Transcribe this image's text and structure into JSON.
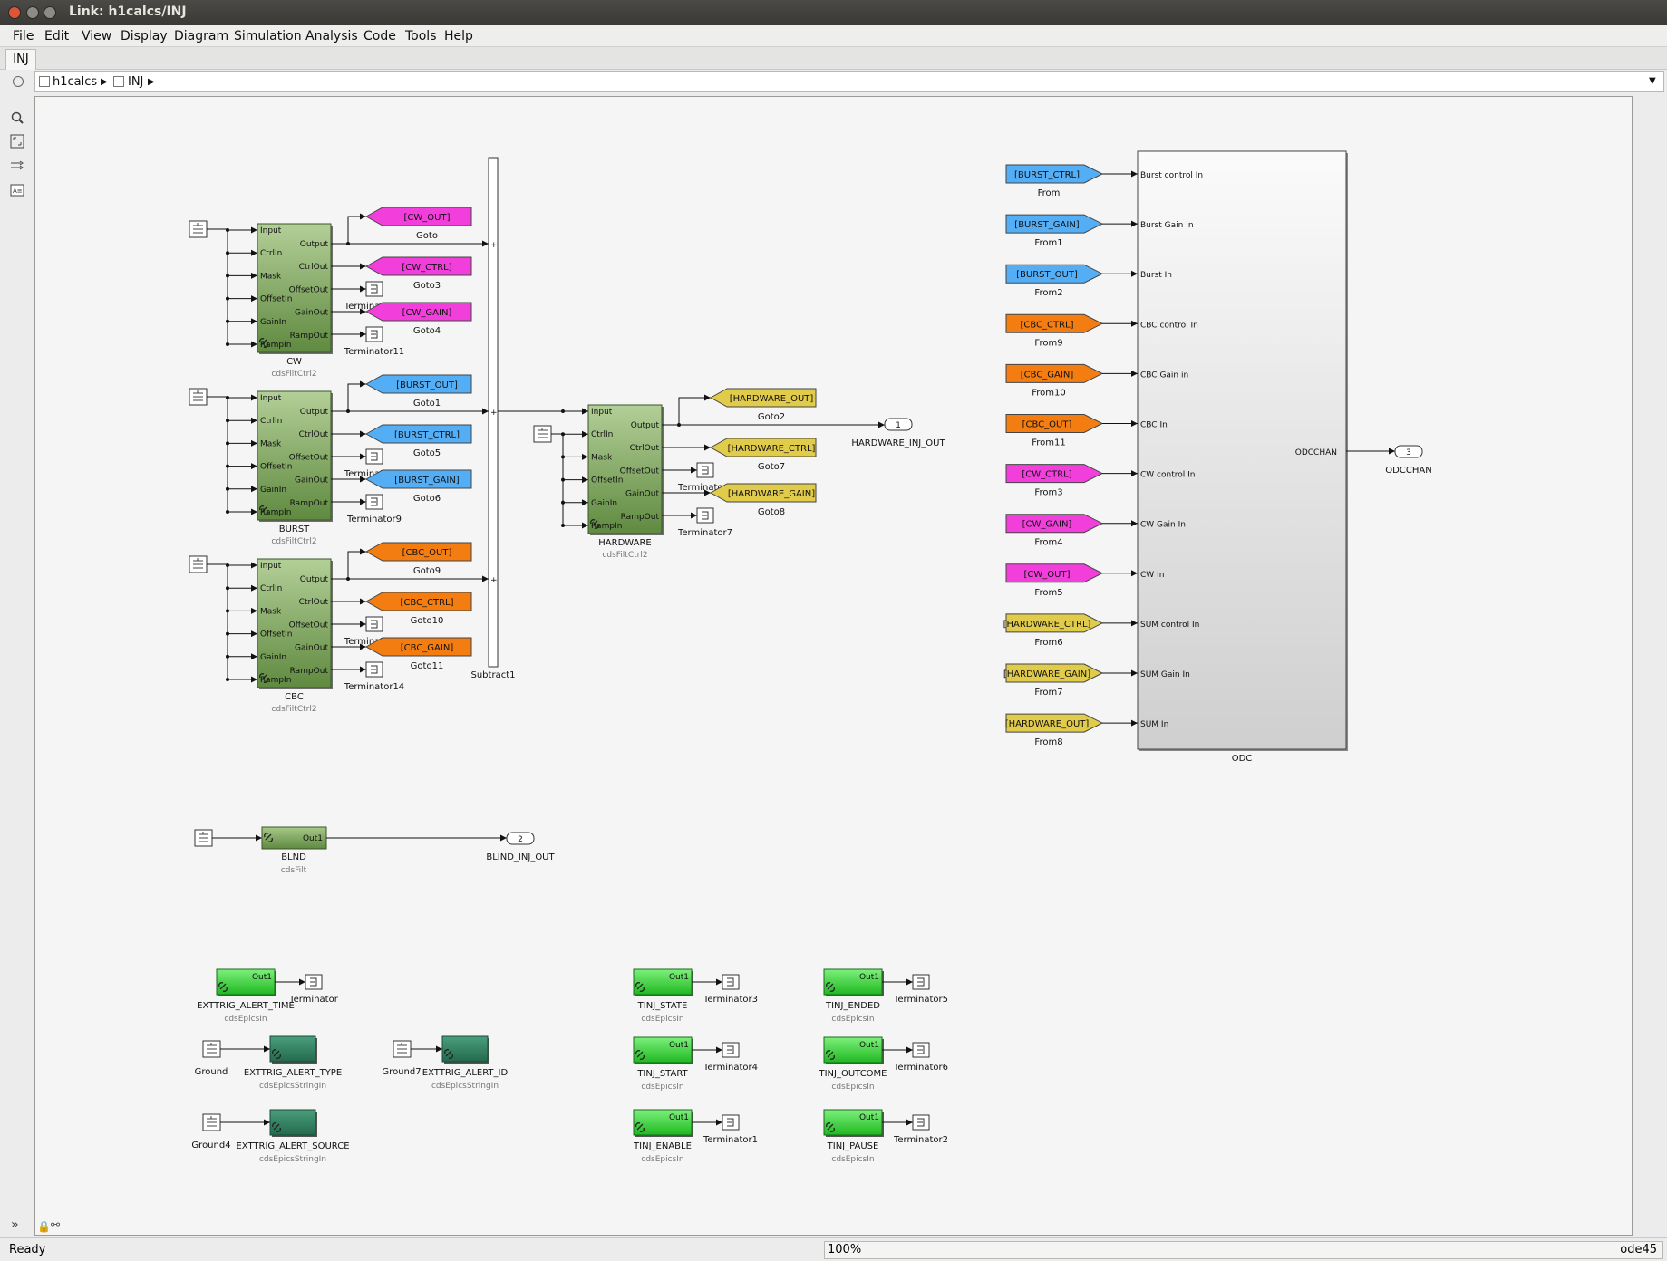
{
  "window": {
    "title": "Link: h1calcs/INJ"
  },
  "menus": [
    "File",
    "Edit",
    "View",
    "Display",
    "Diagram",
    "Simulation",
    "Analysis",
    "Code",
    "Tools",
    "Help"
  ],
  "tab": {
    "label": "INJ"
  },
  "breadcrumb": {
    "root": "h1calcs",
    "child": "INJ"
  },
  "statusbar": {
    "status": "Ready",
    "zoom": "100%",
    "solver": "ode45"
  },
  "colors": {
    "magenta": "#f23fdc",
    "blue": "#54aef5",
    "orange": "#f47d12",
    "yellow": "#e1cb4a",
    "green_block": "#7fa860",
    "epics_green": "#3fd83f",
    "teal_block": "#2f8866"
  },
  "ports": {
    "input": "Input",
    "ctrlin": "CtrlIn",
    "mask": "Mask",
    "offsetin": "OffsetIn",
    "gainin": "GainIn",
    "rampin": "RampIn",
    "output": "Output",
    "ctrlout": "CtrlOut",
    "offsetout": "OffsetOut",
    "gainout": "GainOut",
    "rampout": "RampOut",
    "out1": "Out1"
  },
  "filt_blocks": [
    {
      "name": "CW",
      "lib": "cdsFiltCtrl2"
    },
    {
      "name": "BURST",
      "lib": "cdsFiltCtrl2"
    },
    {
      "name": "CBC",
      "lib": "cdsFiltCtrl2"
    },
    {
      "name": "HARDWARE",
      "lib": "cdsFiltCtrl2"
    }
  ],
  "gotos": [
    {
      "tag": "[CW_OUT]",
      "name": "Goto",
      "color": "magenta"
    },
    {
      "tag": "[CW_CTRL]",
      "name": "Goto3",
      "color": "magenta"
    },
    {
      "tag": "[CW_GAIN]",
      "name": "Goto4",
      "color": "magenta"
    },
    {
      "tag": "[BURST_OUT]",
      "name": "Goto1",
      "color": "blue"
    },
    {
      "tag": "[BURST_CTRL]",
      "name": "Goto5",
      "color": "blue"
    },
    {
      "tag": "[BURST_GAIN]",
      "name": "Goto6",
      "color": "blue"
    },
    {
      "tag": "[CBC_OUT]",
      "name": "Goto9",
      "color": "orange"
    },
    {
      "tag": "[CBC_CTRL]",
      "name": "Goto10",
      "color": "orange"
    },
    {
      "tag": "[CBC_GAIN]",
      "name": "Goto11",
      "color": "orange"
    },
    {
      "tag": "[HARDWARE_OUT]",
      "name": "Goto2",
      "color": "yellow"
    },
    {
      "tag": "[HARDWARE_CTRL]",
      "name": "Goto7",
      "color": "yellow"
    },
    {
      "tag": "[HARDWARE_GAIN]",
      "name": "Goto8",
      "color": "yellow"
    }
  ],
  "terminators": {
    "cw_offset": "Terminator12",
    "cw_ramp": "Terminator11",
    "burst_offset": "Terminator10",
    "burst_ramp": "Terminator9",
    "cbc_offset": "Terminator13",
    "cbc_ramp": "Terminator14",
    "hw_offset": "Terminator8",
    "hw_ramp": "Terminator7"
  },
  "sum_block": {
    "name": "Subtract1",
    "signs": [
      "+",
      "+",
      "+"
    ]
  },
  "outports": [
    {
      "num": "1",
      "name": "HARDWARE_INJ_OUT"
    },
    {
      "num": "2",
      "name": "BLIND_INJ_OUT"
    },
    {
      "num": "3",
      "name": "ODCCHAN"
    }
  ],
  "froms": [
    {
      "tag": "[BURST_CTRL]",
      "name": "From",
      "color": "blue"
    },
    {
      "tag": "[BURST_GAIN]",
      "name": "From1",
      "color": "blue"
    },
    {
      "tag": "[BURST_OUT]",
      "name": "From2",
      "color": "blue"
    },
    {
      "tag": "[CBC_CTRL]",
      "name": "From9",
      "color": "orange"
    },
    {
      "tag": "[CBC_GAIN]",
      "name": "From10",
      "color": "orange"
    },
    {
      "tag": "[CBC_OUT]",
      "name": "From11",
      "color": "orange"
    },
    {
      "tag": "[CW_CTRL]",
      "name": "From3",
      "color": "magenta"
    },
    {
      "tag": "[CW_GAIN]",
      "name": "From4",
      "color": "magenta"
    },
    {
      "tag": "[CW_OUT]",
      "name": "From5",
      "color": "magenta"
    },
    {
      "tag": "[HARDWARE_CTRL]",
      "name": "From6",
      "color": "yellow"
    },
    {
      "tag": "[HARDWARE_GAIN]",
      "name": "From7",
      "color": "yellow"
    },
    {
      "tag": "[HARDWARE_OUT]",
      "name": "From8",
      "color": "yellow"
    }
  ],
  "odc": {
    "name": "ODC",
    "inputs": [
      "Burst control In",
      "Burst Gain In",
      "Burst In",
      "CBC control In",
      "CBC Gain in",
      "CBC In",
      "CW control In",
      "CW Gain In",
      "CW In",
      "SUM control In",
      "SUM Gain In",
      "SUM In"
    ],
    "output": "ODCCHAN"
  },
  "blnd": {
    "name": "BLND",
    "lib": "cdsFilt",
    "port": "Out1"
  },
  "epics_in": [
    {
      "name": "EXTTRIG_ALERT_TIME",
      "lib": "cdsEpicsIn",
      "term": "Terminator"
    },
    {
      "name": "TINJ_STATE",
      "lib": "cdsEpicsIn",
      "term": "Terminator3"
    },
    {
      "name": "TINJ_ENDED",
      "lib": "cdsEpicsIn",
      "term": "Terminator5"
    },
    {
      "name": "TINJ_START",
      "lib": "cdsEpicsIn",
      "term": "Terminator4"
    },
    {
      "name": "TINJ_OUTCOME",
      "lib": "cdsEpicsIn",
      "term": "Terminator6"
    },
    {
      "name": "TINJ_ENABLE",
      "lib": "cdsEpicsIn",
      "term": "Terminator1"
    },
    {
      "name": "TINJ_PAUSE",
      "lib": "cdsEpicsIn",
      "term": "Terminator2"
    }
  ],
  "epics_string": [
    {
      "name": "EXTTRIG_ALERT_TYPE",
      "lib": "cdsEpicsStringIn",
      "ground": "Ground"
    },
    {
      "name": "EXTTRIG_ALERT_ID",
      "lib": "cdsEpicsStringIn",
      "ground": "Ground7"
    },
    {
      "name": "EXTTRIG_ALERT_SOURCE",
      "lib": "cdsEpicsStringIn",
      "ground": "Ground4"
    }
  ]
}
